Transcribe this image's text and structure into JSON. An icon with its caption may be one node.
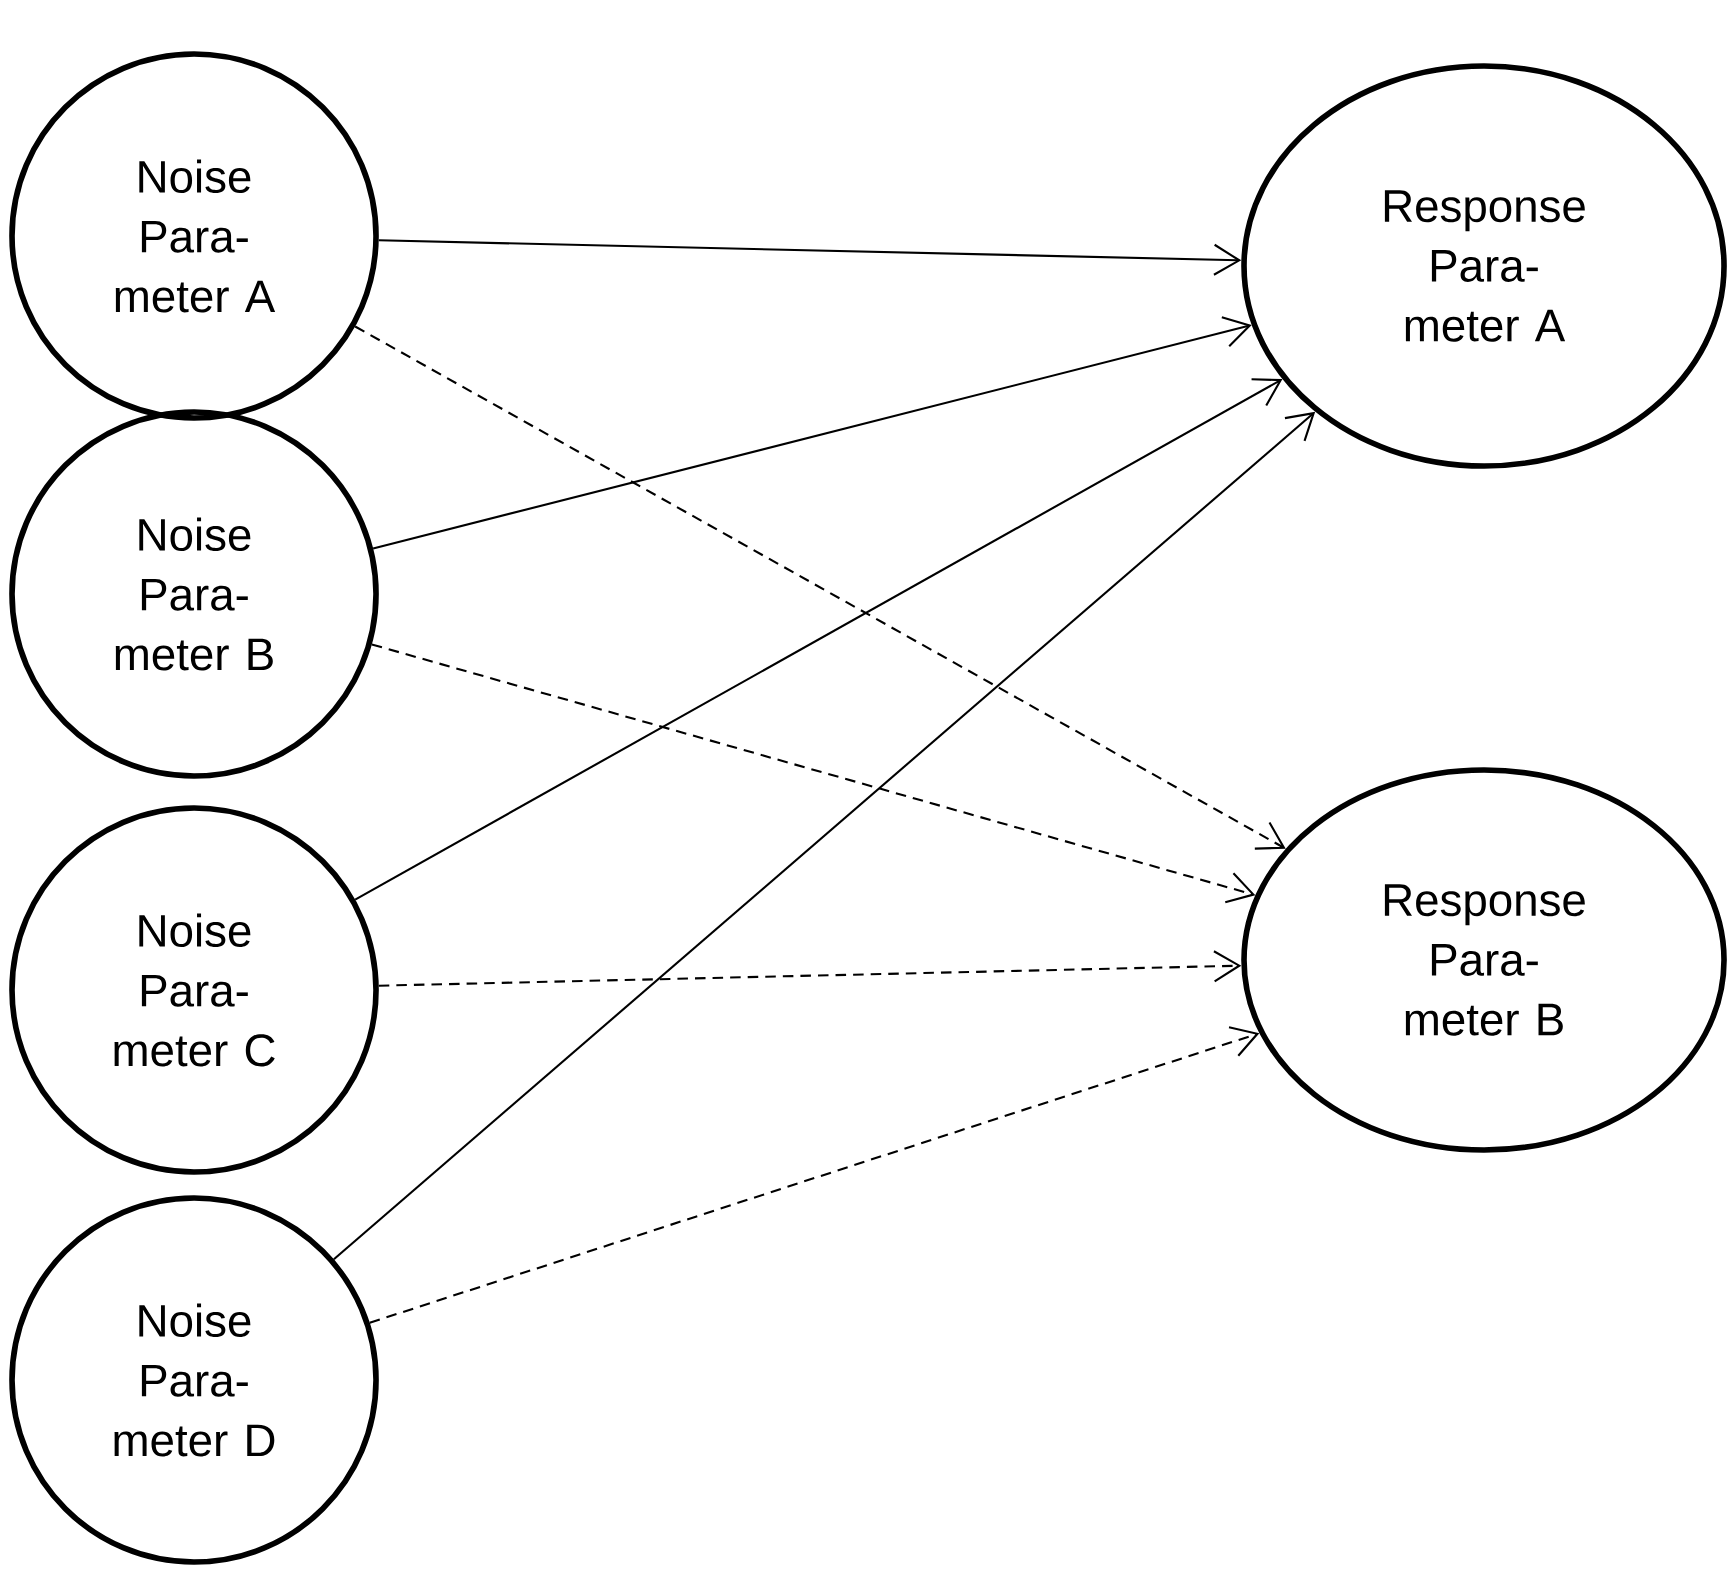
{
  "diagram": {
    "nodes": [
      {
        "text": [
          "Noise Para- meter A"
        ]
      },
      {
        "text": [
          "Noise Para- meter B"
        ]
      },
      {
        "text": [
          "Noise Para- meter C"
        ]
      },
      {
        "text": [
          "Noise Para- meter D"
        ]
      },
      {
        "text": [
          "Response Para- meter A"
        ]
      },
      {
        "text": [
          "Response Para- meter B"
        ]
      }
    ],
    "edges": [
      {
        "from": 0,
        "to": 4,
        "arrow": "to"
      },
      {
        "from": 0,
        "to": 5,
        "arrow": "to",
        "style": "dashed"
      },
      {
        "from": 1,
        "to": 4,
        "arrow": "to"
      },
      {
        "from": 1,
        "to": 5,
        "arrow": "to",
        "style": "dashed"
      },
      {
        "from": 2,
        "to": 4,
        "arrow": "to"
      },
      {
        "from": 2,
        "to": 5,
        "arrow": "to",
        "style": "dashed"
      },
      {
        "from": 3,
        "to": 4,
        "arrow": "to"
      },
      {
        "from": 3,
        "to": 5,
        "arrow": "to",
        "style": "dashed"
      }
    ]
  }
}
